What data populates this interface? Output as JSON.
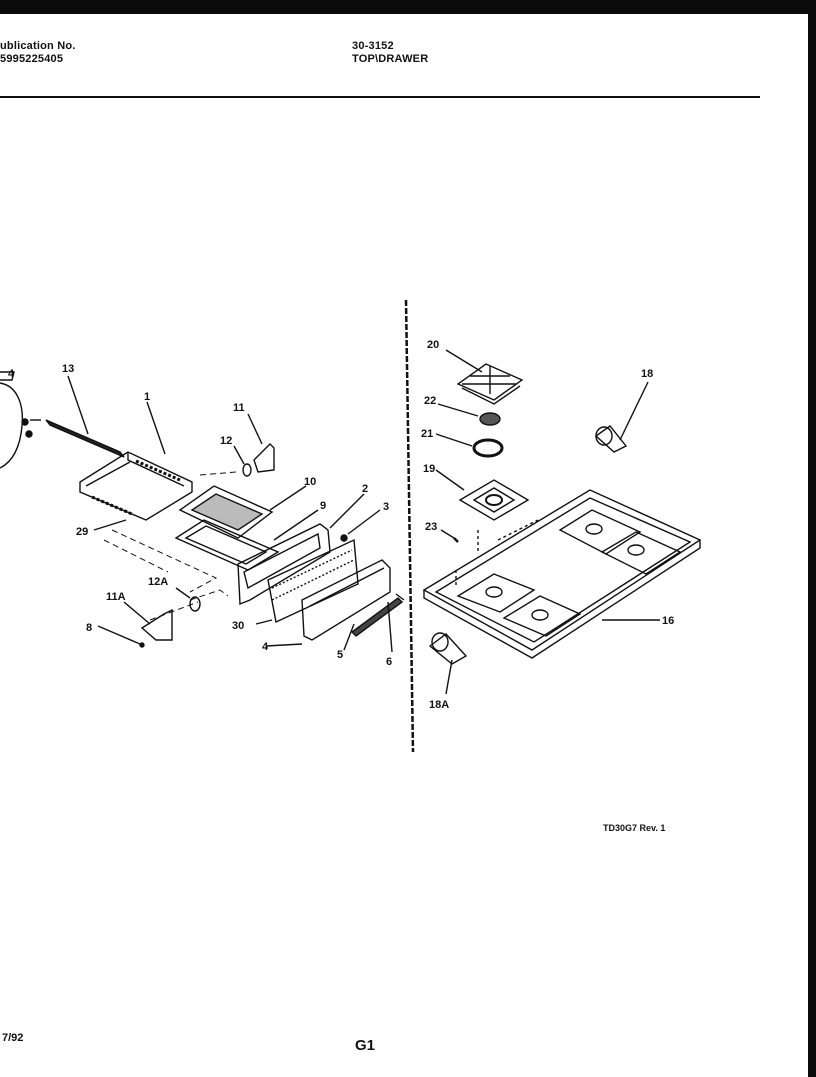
{
  "header": {
    "publication_label": "ublication No.",
    "publication_number": "5995225405",
    "model": "30-3152",
    "section": "TOP\\DRAWER"
  },
  "diagram": {
    "code": "TD30G7 Rev. 1",
    "parts": {
      "p4": "4",
      "p13": "13",
      "p1": "1",
      "p11": "11",
      "p12": "12",
      "p10": "10",
      "p9": "9",
      "p2": "2",
      "p3": "3",
      "p29": "29",
      "p12a": "12A",
      "p11a": "11A",
      "p8": "8",
      "p30": "30",
      "p4b": "4",
      "p5": "5",
      "p6": "6",
      "p20": "20",
      "p22": "22",
      "p21": "21",
      "p19": "19",
      "p23": "23",
      "p18": "18",
      "p16": "16",
      "p18a": "18A"
    }
  },
  "footer": {
    "date": "7/92",
    "page": "G1"
  }
}
